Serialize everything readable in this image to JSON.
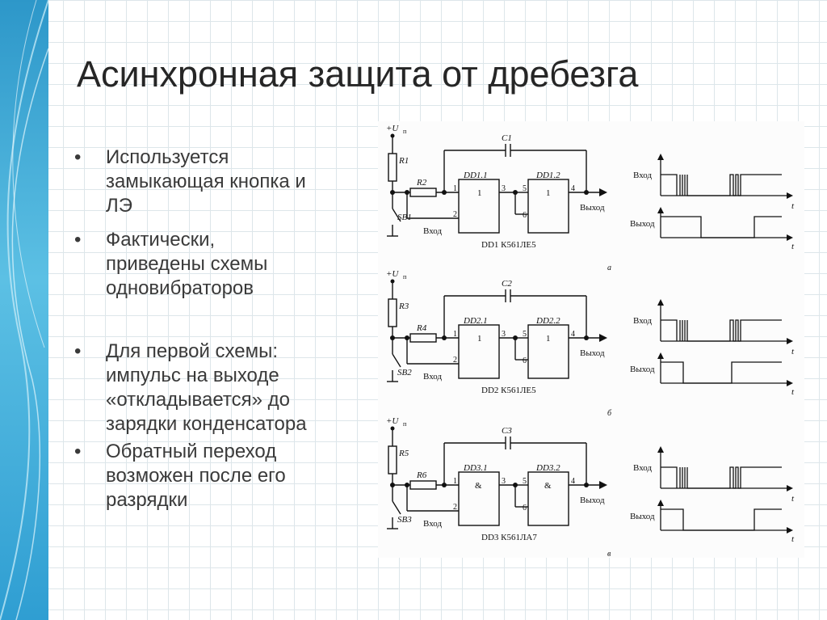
{
  "slide": {
    "title": "Асинхронная защита от дребезга",
    "bullets": [
      "Используется\nзамыкающая кнопка и\nЛЭ",
      "Фактически,\nприведены схемы\nодновибраторов",
      "Для первой схемы:\nимпульс на выходе\n«откладывается» до\nзарядки конденсатора",
      "Обратный переход\nвозможен после его\nразрядки"
    ]
  },
  "figure": {
    "circuits": [
      {
        "supply": "+U",
        "supply_sub": "п",
        "resistor_top": "R1",
        "resistor_series": "R2",
        "capacitor": "C1",
        "button": "SB1",
        "gate1": "DD1.1",
        "gate2": "DD1.2",
        "gate_symbol": "1",
        "chip_label": "DD1 К561ЛЕ5",
        "input_label": "Вход",
        "output_label": "Выход",
        "pin1": "1",
        "pin2": "2",
        "pin3": "3",
        "pin4": "4",
        "pin5": "5",
        "pin6": "6",
        "timing_in": "Вход",
        "timing_out": "Выход",
        "t_axis": "t",
        "caption": "а"
      },
      {
        "supply": "+U",
        "supply_sub": "п",
        "resistor_top": "R3",
        "resistor_series": "R4",
        "capacitor": "C2",
        "button": "SB2",
        "gate1": "DD2.1",
        "gate2": "DD2.2",
        "gate_symbol": "1",
        "chip_label": "DD2 К561ЛЕ5",
        "input_label": "Вход",
        "output_label": "Выход",
        "pin1": "1",
        "pin2": "2",
        "pin3": "3",
        "pin4": "4",
        "pin5": "5",
        "pin6": "6",
        "timing_in": "Вход",
        "timing_out": "Выход",
        "t_axis": "t",
        "caption": "б"
      },
      {
        "supply": "+U",
        "supply_sub": "п",
        "resistor_top": "R5",
        "resistor_series": "R6",
        "capacitor": "C3",
        "button": "SB3",
        "gate1": "DD3.1",
        "gate2": "DD3.2",
        "gate_symbol": "&",
        "chip_label": "DD3 К561ЛА7",
        "input_label": "Вход",
        "output_label": "Выход",
        "pin1": "1",
        "pin2": "2",
        "pin3": "3",
        "pin4": "4",
        "pin5": "5",
        "pin6": "6",
        "timing_in": "Вход",
        "timing_out": "Выход",
        "t_axis": "t",
        "caption": "в"
      }
    ]
  }
}
